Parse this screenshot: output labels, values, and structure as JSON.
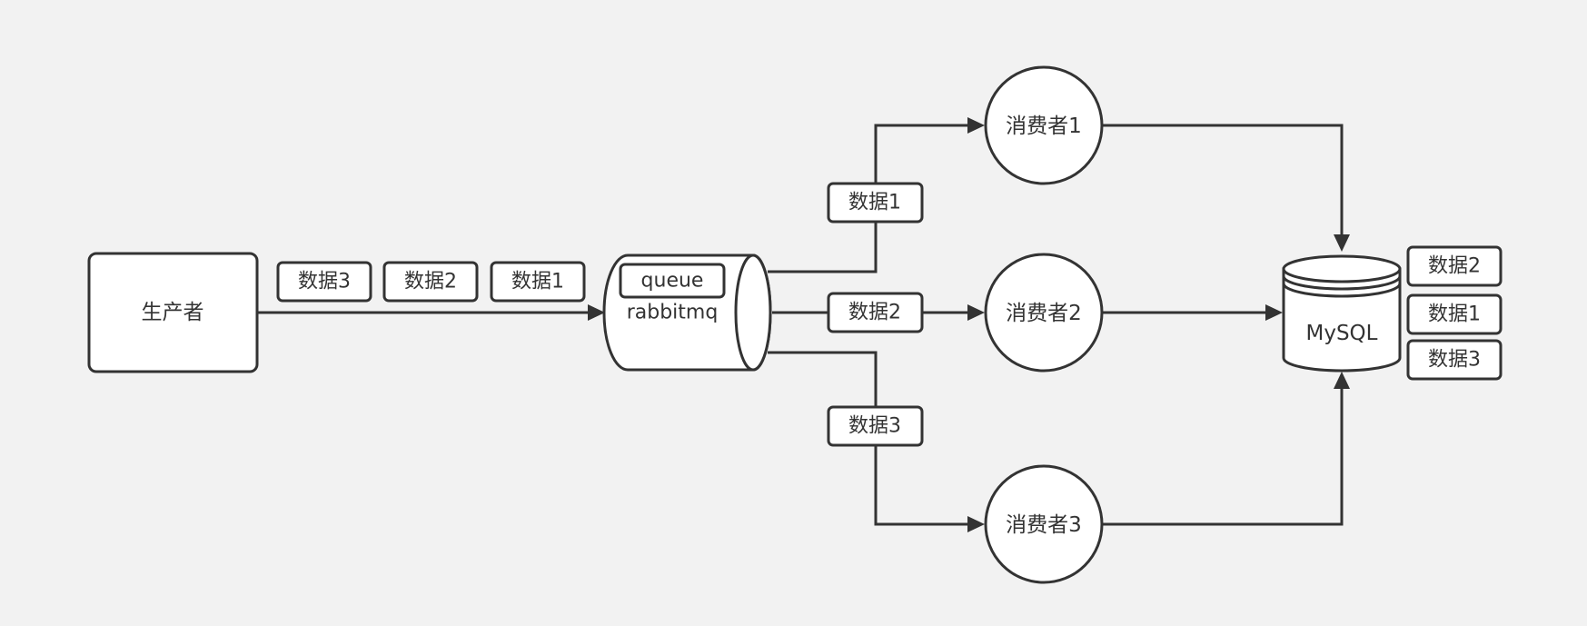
{
  "diagram": {
    "producer": {
      "label": "生产者"
    },
    "queue": {
      "badge": "queue",
      "label": "rabbitmq"
    },
    "producer_messages": [
      "数据3",
      "数据2",
      "数据1"
    ],
    "consumers": [
      {
        "label": "消费者1",
        "message": "数据1"
      },
      {
        "label": "消费者2",
        "message": "数据2"
      },
      {
        "label": "消费者3",
        "message": "数据3"
      }
    ],
    "database": {
      "label": "MySQL"
    },
    "stored_messages": [
      "数据2",
      "数据1",
      "数据3"
    ]
  },
  "colors": {
    "background": "#f2f2f2",
    "stroke": "#333333",
    "fill": "#ffffff",
    "text": "#333333"
  }
}
